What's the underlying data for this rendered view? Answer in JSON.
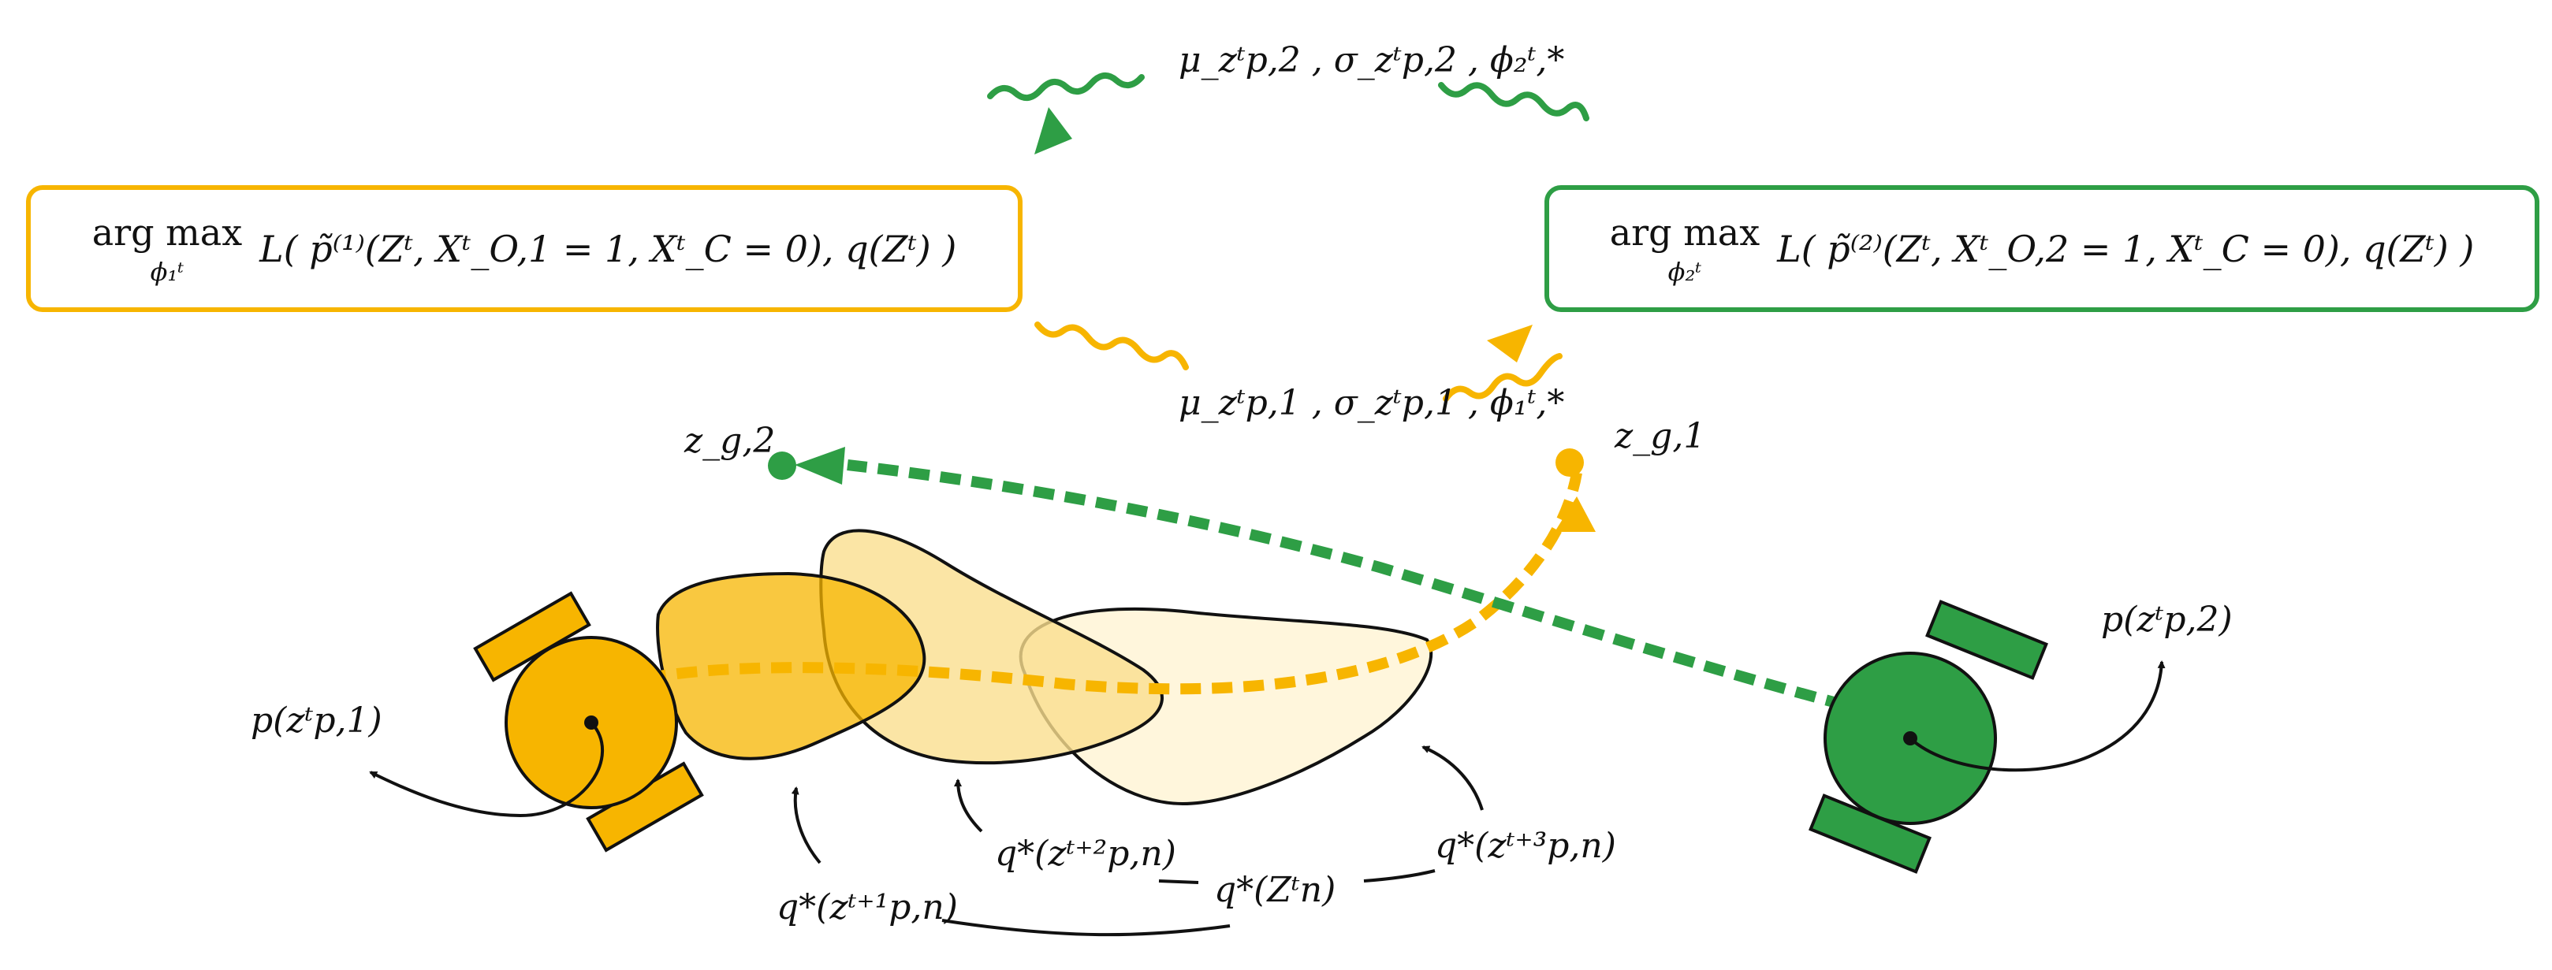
{
  "colors": {
    "agent1": "#F7B500",
    "agent1_light": "#FAD24F",
    "agent2": "#2E9E45",
    "outline": "#111111"
  },
  "boxes": {
    "left": {
      "operator": "arg max",
      "subscript": "ϕ₁ᵗ",
      "expression": "L( p̃⁽¹⁾(Zᵗ, Xᵗ_O,1 = 1, Xᵗ_C = 0), q(Zᵗ) )"
    },
    "right": {
      "operator": "arg max",
      "subscript": "ϕ₂ᵗ",
      "expression": "L( p̃⁽²⁾(Zᵗ, Xᵗ_O,2 = 1, Xᵗ_C = 0), q(Zᵗ) )"
    }
  },
  "messages": {
    "top": "μ_zᵗp,2 , σ_zᵗp,2 , ϕ₂ᵗ,*",
    "bottom": "μ_zᵗp,1 , σ_zᵗp,1 , ϕ₁ᵗ,*"
  },
  "goals": {
    "g2": "z_g,2",
    "g1": "z_g,1"
  },
  "priors": {
    "p1": "p(zᵗp,1)",
    "p2": "p(zᵗp,2)"
  },
  "posteriors": {
    "q1": "q*(zᵗ⁺¹p,n)",
    "q2": "q*(zᵗ⁺²p,n)",
    "q3": "q*(zᵗ⁺³p,n)",
    "qZ": "q*(Zᵗn)"
  }
}
